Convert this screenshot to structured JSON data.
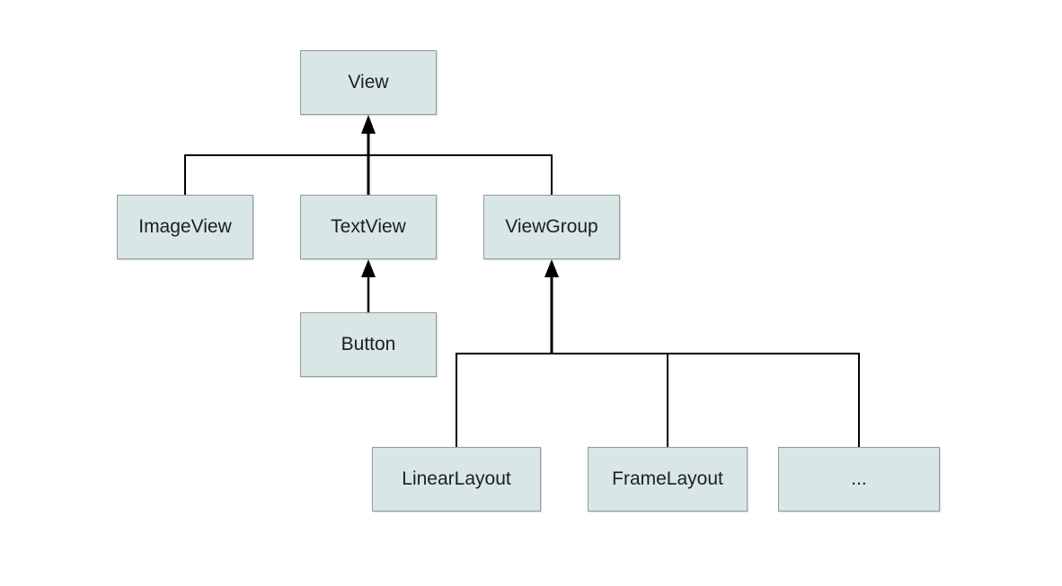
{
  "nodes": {
    "view": "View",
    "imageview": "ImageView",
    "textview": "TextView",
    "viewgroup": "ViewGroup",
    "button": "Button",
    "linearlayout": "LinearLayout",
    "framelayout": "FrameLayout",
    "more": "..."
  },
  "edges": [
    {
      "from": "imageview",
      "to": "view"
    },
    {
      "from": "textview",
      "to": "view"
    },
    {
      "from": "viewgroup",
      "to": "view"
    },
    {
      "from": "button",
      "to": "textview"
    },
    {
      "from": "linearlayout",
      "to": "viewgroup"
    },
    {
      "from": "framelayout",
      "to": "viewgroup"
    },
    {
      "from": "more",
      "to": "viewgroup"
    }
  ],
  "colors": {
    "node_fill": "#d8e6e6",
    "node_border": "#8f9a9a",
    "edge": "#000000"
  }
}
